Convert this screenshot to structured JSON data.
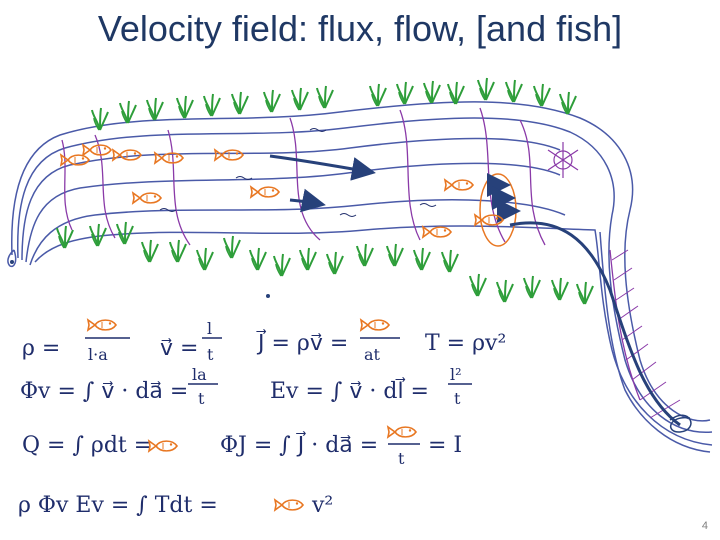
{
  "slide": {
    "title": "Velocity field: flux, flow, [and fish]",
    "page_number": "4"
  },
  "colors": {
    "title": "#1f3864",
    "stream": "#4a5aa8",
    "ink": "#1f2d6b",
    "fish": "#e87722",
    "weed": "#2e9e3a",
    "wave": "#8a3aa8",
    "arrow": "#27417a"
  },
  "icons": [
    "fish-icon",
    "seaweed-icon",
    "arrow-icon"
  ],
  "equations": [
    {
      "lhs": "ρ =",
      "fish_over": true,
      "frac_den": "l·a",
      "rest": ""
    },
    {
      "lhs": "v⃗ =",
      "fish_over": false,
      "frac_num": "l",
      "frac_den": "t",
      "rest": ""
    },
    {
      "lhs": "J⃗ = ρv⃗ =",
      "fish_over": true,
      "frac_den": "at",
      "rest": ""
    },
    {
      "lhs": "T = ρv²",
      "fish_over": false,
      "rest": ""
    },
    {
      "lhs": "Φv = ∫ v⃗ · da⃗ =",
      "frac_num": "la",
      "frac_den": "t"
    },
    {
      "lhs": "Ev = ∫ v⃗ · dl⃗ =",
      "frac_num": "l²",
      "frac_den": "t"
    },
    {
      "lhs": "Q = ∫ ρdt =",
      "fish_only": true
    },
    {
      "lhs": "ΦJ = ∫ J⃗ · da⃗ =",
      "frac_den": "t",
      "rest": "= I"
    },
    {
      "lhs": "ρ Φv Ev = ∫ Tdt =",
      "rest": "v²"
    }
  ]
}
